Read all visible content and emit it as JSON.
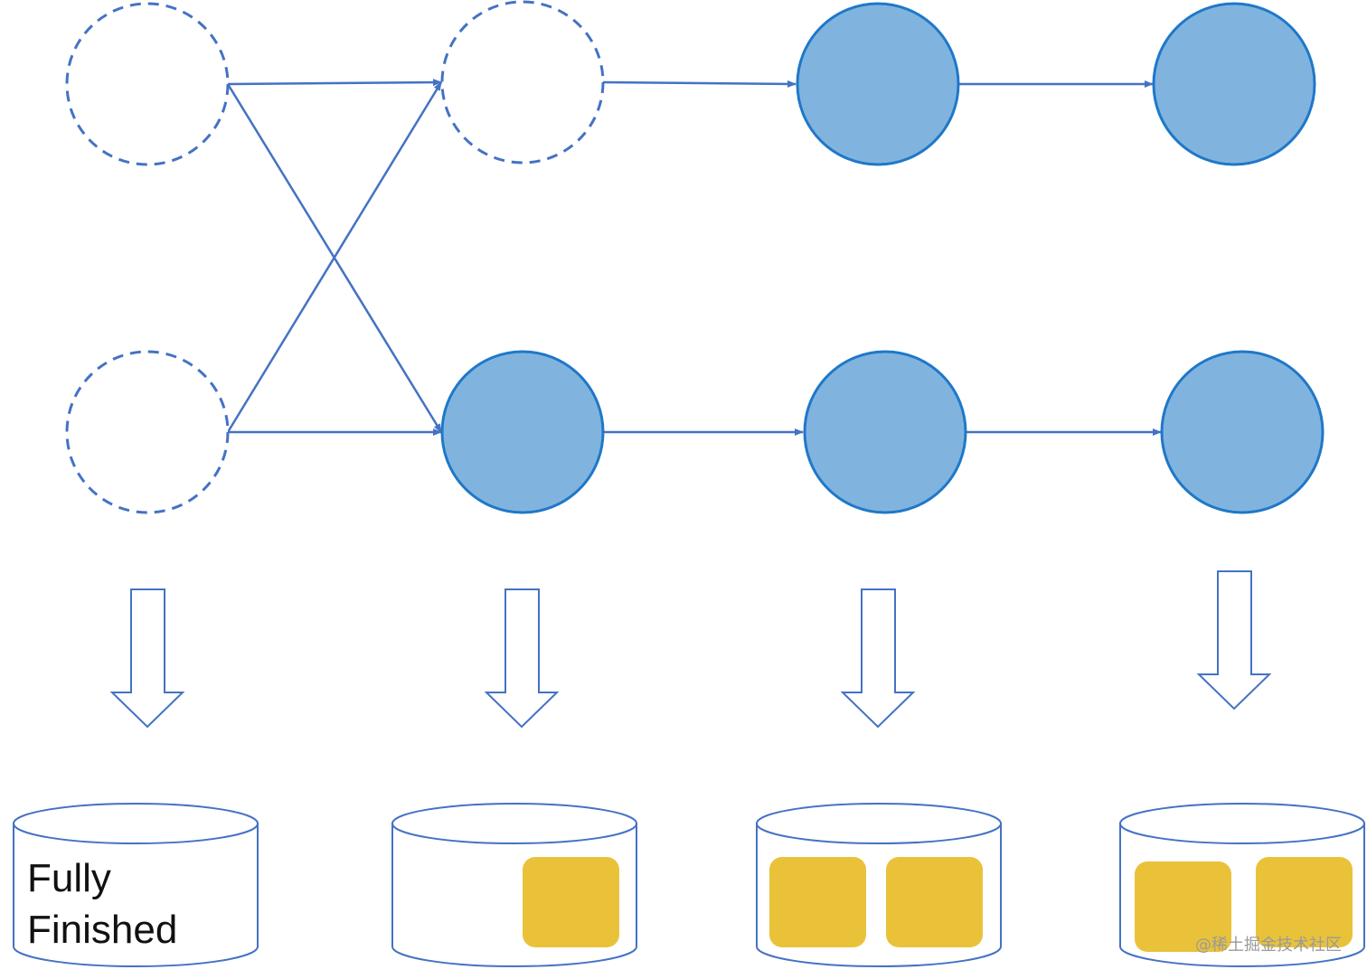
{
  "colors": {
    "edge": "#4472C4",
    "node_fill": "#80B4DF",
    "node_stroke": "#1F78C8",
    "block_fill": "#E9C23A"
  },
  "stores": [
    {
      "label_lines": [
        "Fully",
        "Finished"
      ],
      "blocks": 0
    },
    {
      "label_lines": [],
      "blocks": 1
    },
    {
      "label_lines": [],
      "blocks": 2
    },
    {
      "label_lines": [],
      "blocks": 2
    }
  ],
  "watermark": "@稀土掘金技术社区"
}
